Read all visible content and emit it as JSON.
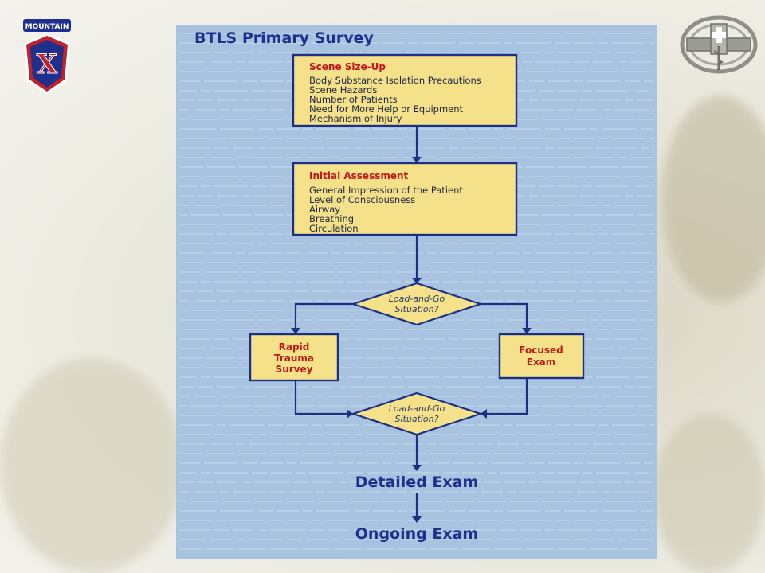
{
  "title": "BTLS Primary Survey",
  "scene_sizeup": {
    "title": "Scene Size-Up",
    "items": [
      "Body Substance Isolation Precautions",
      "Scene Hazards",
      "Number of Patients",
      "Need for More Help or Equipment",
      "Mechanism of Injury"
    ]
  },
  "initial_assessment": {
    "title": "Initial Assessment",
    "items": [
      "General Impression of the Patient",
      "Level of Consciousness",
      "Airway",
      "Breathing",
      "Circulation"
    ]
  },
  "decision_1": [
    "Load-and-Go",
    "Situation?"
  ],
  "rapid_trauma": [
    "Rapid",
    "Trauma",
    "Survey"
  ],
  "focused_exam": [
    "Focused",
    "Exam"
  ],
  "decision_2": [
    "Load-and-Go",
    "Situation?"
  ],
  "detailed_exam": "Detailed Exam",
  "ongoing_exam": "Ongoing Exam",
  "logo_left": {
    "text": "MOUNTAIN",
    "colors": {
      "navy": "#1f2f8c",
      "red": "#c2202a",
      "white": "#ffffff"
    }
  },
  "badge_right": {
    "icon": "combat-medical-badge",
    "colors": {
      "silver": "#8d8f88"
    }
  }
}
